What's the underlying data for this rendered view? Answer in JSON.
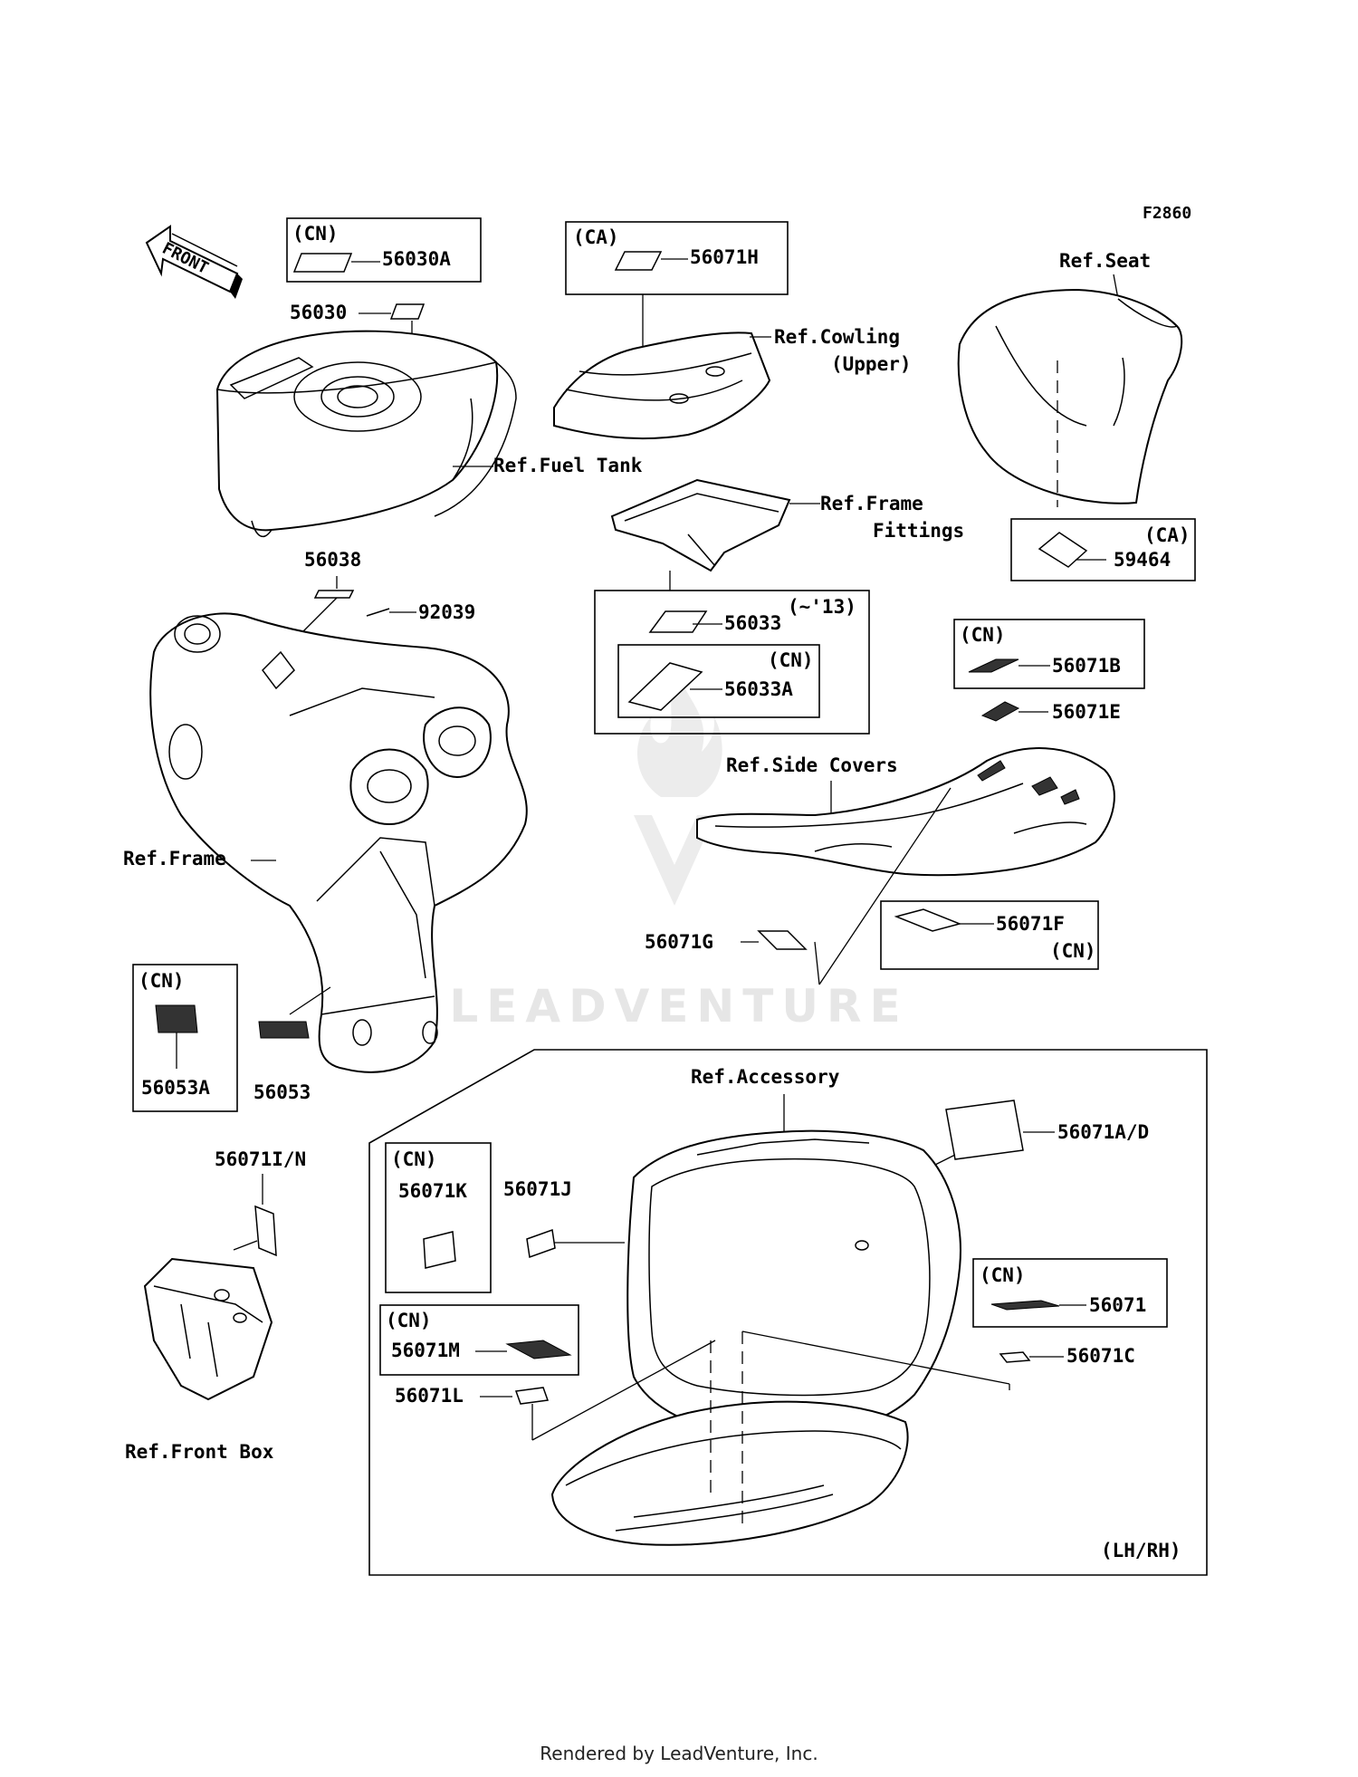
{
  "diagram_code": "F2860",
  "front_arrow": "FRONT",
  "watermark": "LEADVENTURE",
  "footer": "Rendered by LeadVenture, Inc.",
  "boxes": {
    "fuel_tank_cn": {
      "tag": "(CN)",
      "part": "56030A"
    },
    "cowling_ca": {
      "tag": "(CA)",
      "part": "56071H"
    },
    "seat_ca": {
      "tag": "(CA)",
      "part": "59464"
    },
    "frame_fittings_13": {
      "tag": "(~'13)",
      "part": "56033"
    },
    "frame_fittings_cn": {
      "tag": "(CN)",
      "part": "56033A"
    },
    "side_covers_cn_b": {
      "tag": "(CN)",
      "part": "56071B"
    },
    "side_covers_cn_f": {
      "tag": "(CN)",
      "part": "56071F"
    },
    "frame_cn": {
      "tag": "(CN)",
      "part": "56053A"
    },
    "acc_cn_k": {
      "tag": "(CN)",
      "part": "56071K"
    },
    "acc_cn_m": {
      "tag": "(CN)",
      "part": "56071M"
    },
    "acc_cn_56071": {
      "tag": "(CN)",
      "part": "56071"
    },
    "accessory_frame": {
      "tag": "(LH/RH)"
    }
  },
  "parts": {
    "p56030": "56030",
    "p56038": "56038",
    "p92039": "92039",
    "p56071E": "56071E",
    "p56071G": "56071G",
    "p56053": "56053",
    "p56071IN": "56071I/N",
    "p56071J": "56071J",
    "p56071L": "56071L",
    "p56071AD": "56071A/D",
    "p56071C": "56071C"
  },
  "refs": {
    "cowling_1": "Ref.Cowling",
    "cowling_2": "(Upper)",
    "seat": "Ref.Seat",
    "fuel_tank": "Ref.Fuel Tank",
    "frame_fittings_1": "Ref.Frame",
    "frame_fittings_2": "Fittings",
    "side_covers": "Ref.Side Covers",
    "frame": "Ref.Frame",
    "accessory": "Ref.Accessory",
    "front_box": "Ref.Front Box"
  }
}
